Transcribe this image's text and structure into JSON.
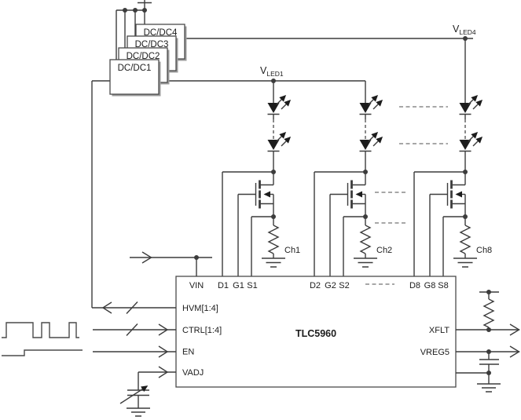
{
  "diagram": {
    "type": "circuit-schematic",
    "ic": {
      "name": "TLC5960",
      "pins_top": {
        "vin": "VIN",
        "d1": "D1",
        "g1": "G1",
        "s1": "S1",
        "d2": "D2",
        "g2": "G2",
        "s2": "S2",
        "d8": "D8",
        "g8": "G8",
        "s8": "S8"
      },
      "pins_left": {
        "hvm": "HVM[1:4]",
        "ctrl": "CTRL[1:4]",
        "en": "EN",
        "vadj": "VADJ"
      },
      "pins_right": {
        "xflt": "XFLT",
        "vreg5": "VREG5"
      }
    },
    "dcdc": {
      "b1": "DC/DC1",
      "b2": "DC/DC2",
      "b3": "DC/DC3",
      "b4": "DC/DC4"
    },
    "rails": {
      "vled1": {
        "main": "V",
        "sub": "LED1"
      },
      "vled4": {
        "main": "V",
        "sub": "LED4"
      }
    },
    "channels": {
      "ch1": "Ch1",
      "ch2": "Ch2",
      "ch8": "Ch8"
    },
    "colors": {
      "wire": "#3c3c3c",
      "shadow": "#9c9c9c",
      "dash": "#8a8a8a",
      "led_fill": "#1c1c1c"
    }
  }
}
